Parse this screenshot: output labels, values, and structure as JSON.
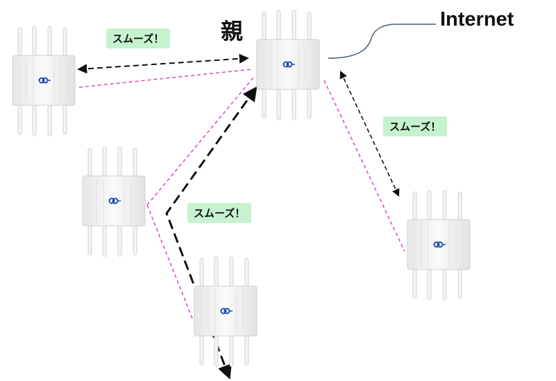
{
  "labels": {
    "parent": "親",
    "internet": "Internet"
  },
  "badges": [
    "スムーズ！",
    "スムーズ！",
    "スムーズ！"
  ],
  "colors": {
    "wireless_link": "#e040c8",
    "arrow": "#111111",
    "badge_bg": "#c6f2cf",
    "device_body": "#f2f2f2",
    "logo": "#1e4fb0"
  }
}
